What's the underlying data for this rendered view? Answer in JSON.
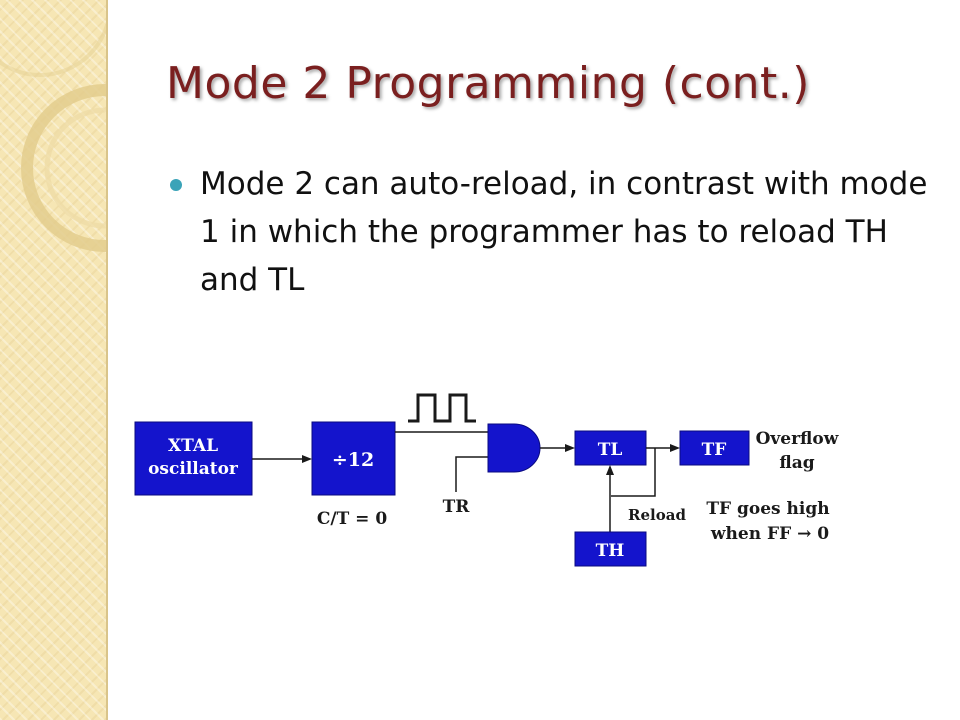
{
  "slide": {
    "title": "Mode 2 Programming (cont.)",
    "bullets": [
      "Mode 2 can auto-reload, in contrast with mode 1 in which the programmer has to reload TH and TL"
    ]
  },
  "diagram": {
    "xtal_line1": "XTAL",
    "xtal_line2": "oscillator",
    "divider": "÷12",
    "ct_label": "C/T = 0",
    "tr_label": "TR",
    "tl": "TL",
    "tf": "TF",
    "th": "TH",
    "reload": "Reload",
    "overflow_line1": "Overflow",
    "overflow_line2": "flag",
    "tf_high_line1": "TF goes high",
    "tf_high_line2": "when FF → 0"
  },
  "colors": {
    "title": "#7a1f1f",
    "bullet": "#3aa3b8",
    "block_fill": "#1414cc",
    "block_text": "#ffffff",
    "diagram_text": "#1a1a1a"
  }
}
